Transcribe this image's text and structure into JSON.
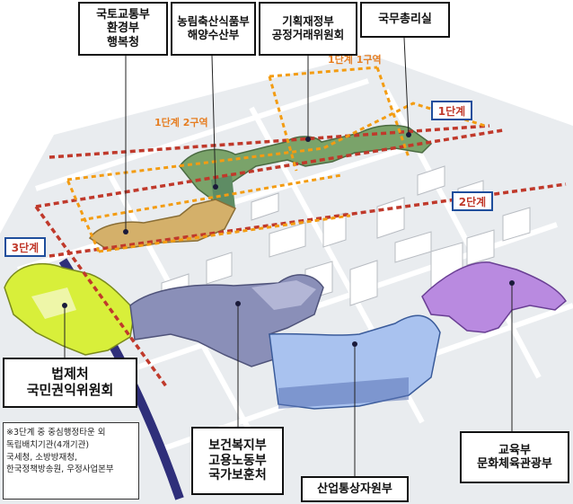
{
  "stage_tags": {
    "phase1": "1단계",
    "phase2": "2단계",
    "phase3": "3단계"
  },
  "zone_tags": {
    "zone1": "1단계 1구역",
    "zone2": "1단계 2구역"
  },
  "labels": {
    "molit": [
      "국토교통부",
      "환경부",
      "행복청"
    ],
    "mafra": [
      "농림축산식품부",
      "해양수산부"
    ],
    "mosf": [
      "기획재정부",
      "공정거래위원회"
    ],
    "pmo": [
      "국무총리실"
    ],
    "moleg": [
      "법제처",
      "국민권익위원회"
    ],
    "mohw": [
      "보건복지부",
      "고용노동부",
      "국가보훈처"
    ],
    "motie": [
      "산업통상자원부"
    ],
    "moe": [
      "교육부",
      "문화체육관광부"
    ]
  },
  "note": [
    "※3단계 중 중심행정타운 외",
    "독립배치기관(4개기관)",
    "국세청, 소방방재청,",
    "한국정책방송원, 우정사업본부"
  ],
  "colors": {
    "phase_line": "#c0392b",
    "zone_line": "#f39c12",
    "green_building": "#7aa36a",
    "tan_building": "#d4b06a",
    "yellow_building": "#d8ef3a",
    "slate_building": "#8a8fb8",
    "blue_building": "#a9c2ef",
    "purple_building": "#b98ae0"
  }
}
